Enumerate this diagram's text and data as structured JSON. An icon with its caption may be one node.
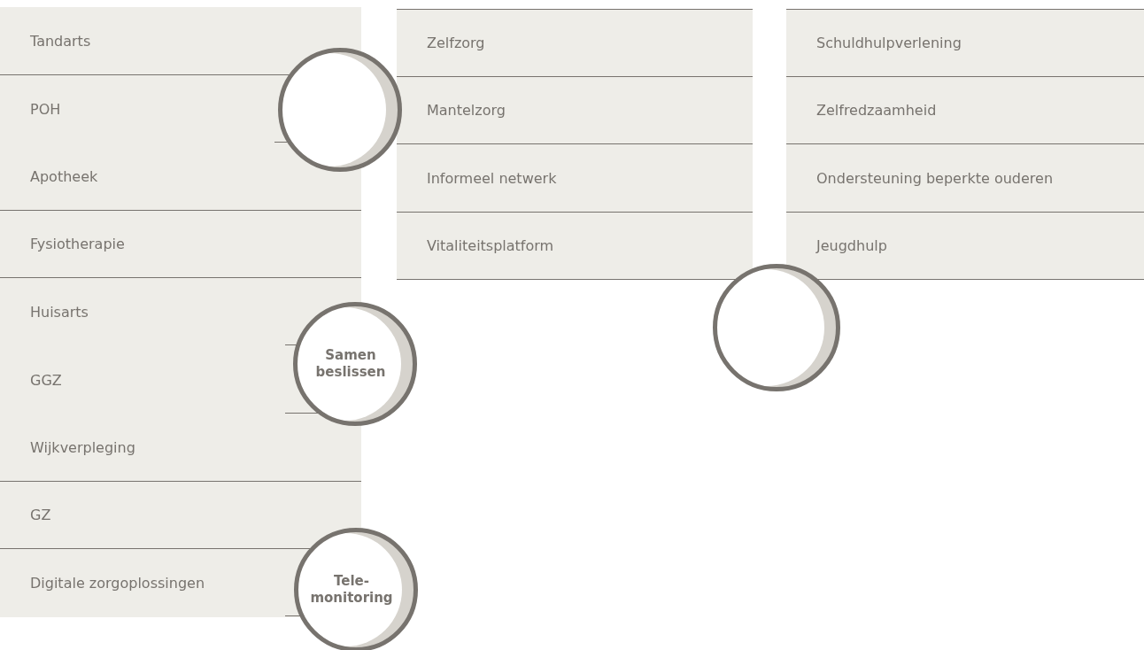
{
  "diagram": {
    "nodes": [
      {
        "text": [
          "Tandarts"
        ]
      },
      {
        "text": [
          "POH"
        ]
      },
      {
        "text": [
          "Apotheek"
        ]
      },
      {
        "text": [
          "Fysiotherapie"
        ]
      },
      {
        "text": [
          "Huisarts"
        ]
      },
      {
        "text": [
          "GGZ"
        ]
      },
      {
        "text": [
          "Wijkverpleging"
        ]
      },
      {
        "text": [
          "GZ"
        ]
      },
      {
        "text": [
          "Digitale zorgoplossingen"
        ]
      },
      {
        "text": [
          "Zelfzorg"
        ]
      },
      {
        "text": [
          "Mantelzorg"
        ]
      },
      {
        "text": [
          "Informeel netwerk"
        ]
      },
      {
        "text": [
          "Vitaliteitsplatform"
        ]
      },
      {
        "text": [
          "Schuldhulpverlening"
        ]
      },
      {
        "text": [
          "Zelfredzaamheid"
        ]
      },
      {
        "text": [
          "Ondersteuning beperkte ouderen"
        ]
      },
      {
        "text": [
          "Jeugdhulp"
        ]
      },
      {
        "text": [],
        "shape": "circle"
      },
      {
        "text": [
          "Samen beslissen"
        ]
      },
      {
        "text": [
          "Tele-monitoring"
        ]
      },
      {
        "text": [],
        "shape": "circle"
      }
    ]
  }
}
